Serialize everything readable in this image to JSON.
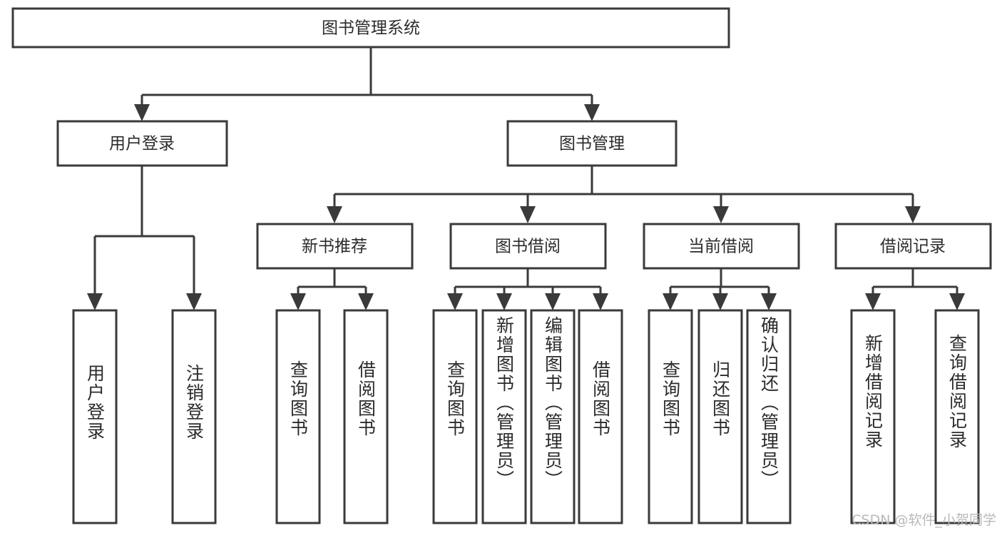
{
  "diagram": {
    "type": "tree-hierarchy",
    "title": "图书管理系统",
    "root": {
      "id": "root",
      "label": "图书管理系统"
    },
    "level2": [
      {
        "id": "user-login",
        "label": "用户登录"
      },
      {
        "id": "book-manage",
        "label": "图书管理"
      }
    ],
    "level3": [
      {
        "id": "new-book-rec",
        "label": "新书推荐",
        "parent": "book-manage"
      },
      {
        "id": "book-borrow",
        "label": "图书借阅",
        "parent": "book-manage"
      },
      {
        "id": "current-borrow",
        "label": "当前借阅",
        "parent": "book-manage"
      },
      {
        "id": "borrow-record",
        "label": "借阅记录",
        "parent": "book-manage"
      }
    ],
    "leaves": [
      {
        "id": "leaf-user-login",
        "label": "用户登录",
        "parent": "user-login"
      },
      {
        "id": "leaf-logout",
        "label": "注销登录",
        "parent": "user-login"
      },
      {
        "id": "leaf-query-book-1",
        "label": "查询图书",
        "parent": "new-book-rec"
      },
      {
        "id": "leaf-borrow-book-1",
        "label": "借阅图书",
        "parent": "new-book-rec"
      },
      {
        "id": "leaf-query-book-2",
        "label": "查询图书",
        "parent": "book-borrow"
      },
      {
        "id": "leaf-add-book",
        "label": "新增图书（管理员）",
        "parent": "book-borrow"
      },
      {
        "id": "leaf-edit-book",
        "label": "编辑图书（管理员）",
        "parent": "book-borrow"
      },
      {
        "id": "leaf-borrow-book-2",
        "label": "借阅图书",
        "parent": "book-borrow"
      },
      {
        "id": "leaf-query-book-3",
        "label": "查询图书",
        "parent": "current-borrow"
      },
      {
        "id": "leaf-return-book",
        "label": "归还图书",
        "parent": "current-borrow"
      },
      {
        "id": "leaf-confirm-return",
        "label": "确认归还（管理员）",
        "parent": "current-borrow"
      },
      {
        "id": "leaf-add-record",
        "label": "新增借阅记录",
        "parent": "borrow-record"
      },
      {
        "id": "leaf-query-record",
        "label": "查询借阅记录",
        "parent": "borrow-record"
      }
    ],
    "colors": {
      "stroke": "#3a3a3a",
      "fill": "#ffffff",
      "text": "#2b2b2b",
      "watermark": "#b9b9b9",
      "background": "#ffffff"
    }
  },
  "watermark": {
    "text": "CSDN @软件_小贺同学"
  }
}
